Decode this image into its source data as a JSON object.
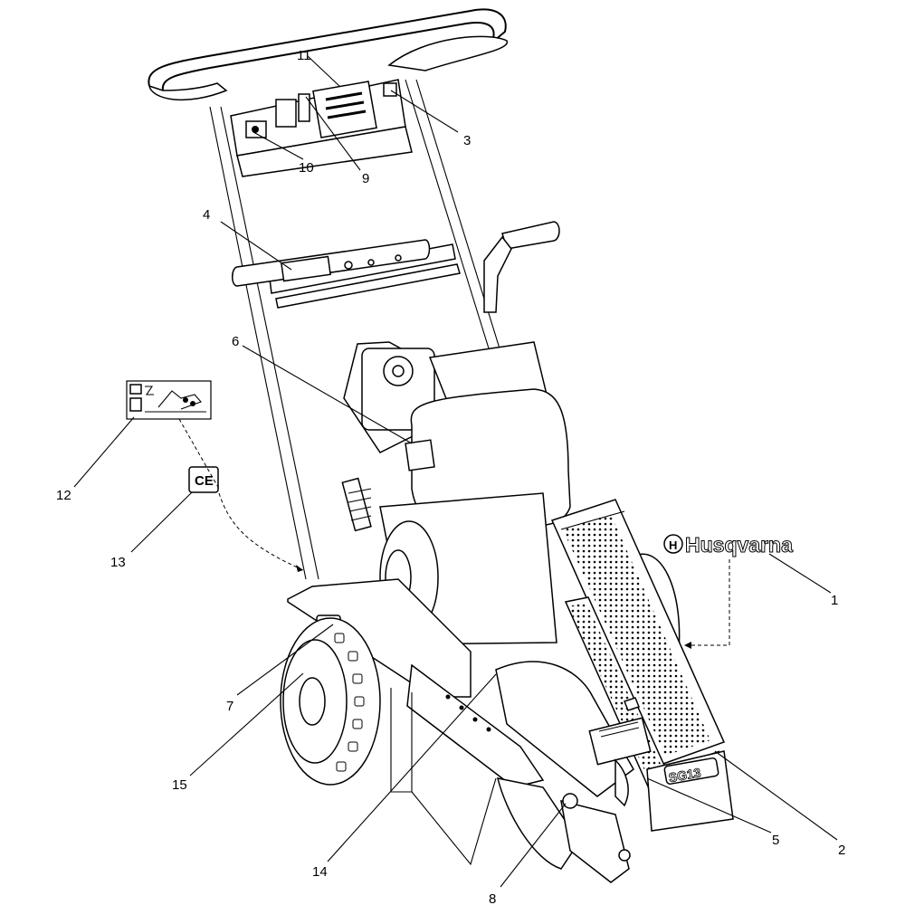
{
  "diagram": {
    "brand_logo_text": "Husqvarna",
    "ce_mark_text": "CE",
    "model_decal_text": "SG13",
    "callouts": [
      {
        "id": 1,
        "label": "1"
      },
      {
        "id": 2,
        "label": "2"
      },
      {
        "id": 3,
        "label": "3"
      },
      {
        "id": 4,
        "label": "4"
      },
      {
        "id": 5,
        "label": "5"
      },
      {
        "id": 6,
        "label": "6"
      },
      {
        "id": 7,
        "label": "7"
      },
      {
        "id": 8,
        "label": "8"
      },
      {
        "id": 9,
        "label": "9"
      },
      {
        "id": 10,
        "label": "10"
      },
      {
        "id": 11,
        "label": "11"
      },
      {
        "id": 12,
        "label": "12"
      },
      {
        "id": 13,
        "label": "13"
      },
      {
        "id": 14,
        "label": "14"
      },
      {
        "id": 15,
        "label": "15"
      }
    ]
  }
}
